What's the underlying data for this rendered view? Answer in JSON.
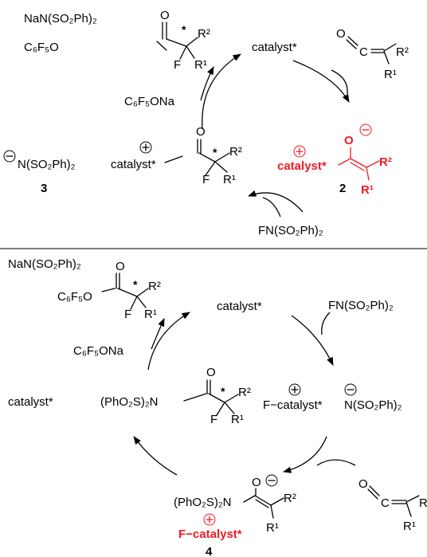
{
  "top_cycle": {
    "product_salt": "NaN(SO₂Ph)₂",
    "product_ester_group": "C₆F₅O",
    "product_O": "O",
    "catalyst": "catalyst*",
    "ketene_O": "O",
    "ketene_C": "C",
    "byproduct": "C₆F₅ONa",
    "enolate_O": "O",
    "enolate_catalyst": "catalyst*",
    "enolate_label": "2",
    "anion": "N(SO₂Ph)₂",
    "acyl_catalyst": "catalyst*",
    "acyl_O": "O",
    "acyl_label": "3",
    "fluorinating_agent": "FN(SO₂Ph)₂"
  },
  "bottom_cycle": {
    "product_salt": "NaN(SO₂Ph)₂",
    "product_ester_group": "C₆F₅O",
    "product_O": "O",
    "catalyst": "catalyst*",
    "fluorinating_agent": "FN(SO₂Ph)₂",
    "byproduct": "C₆F₅ONa",
    "fluoro_catalyst": "F−catalyst*",
    "anion": "N(SO₂Ph)₂",
    "catalyst_left": "catalyst*",
    "amide_group": "(PhO₂S)₂N",
    "amide_O": "O",
    "enolate_group": "(PhO₂S)₂N",
    "enolate_O": "O",
    "enolate_catalyst": "F−catalyst*",
    "enolate_label": "4",
    "ketene_O": "O",
    "ketene_C": "C"
  },
  "substituents": {
    "R1": "R¹",
    "R2": "R²",
    "F": "F",
    "stereo_mark": "*",
    "ketene_R_truncated": "R"
  },
  "colors": {
    "highlight": "#ee1c25",
    "ink": "#000000"
  }
}
